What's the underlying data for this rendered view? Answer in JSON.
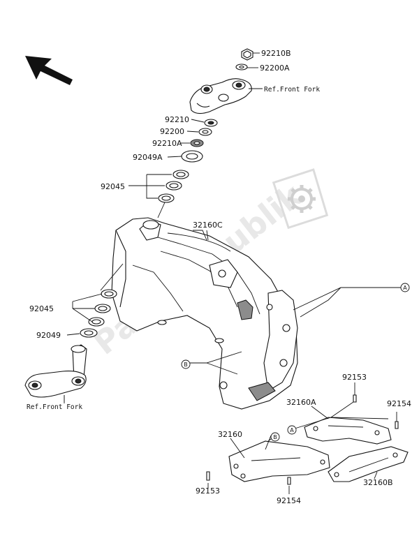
{
  "watermark": {
    "text": "PartsRepublik"
  },
  "parts": {
    "p92210B": "92210B",
    "p92200A": "92200A",
    "ref_front_fork_top": "Ref.Front Fork",
    "p92210": "92210",
    "p92200": "92200",
    "p92210A": "92210A",
    "p92049A": "92049A",
    "p92045_top": "92045",
    "p32160C": "32160C",
    "p92045_bottom": "92045",
    "p92049": "92049",
    "ref_front_fork_bottom": "Ref.Front Fork",
    "p92153_top": "92153",
    "p32160A": "32160A",
    "p92154_right": "92154",
    "p32160": "32160",
    "p92153_bottom": "92153",
    "p92154_bottom": "92154",
    "p32160B": "32160B"
  },
  "callouts": {
    "a1": "A",
    "a2": "A",
    "b1": "B",
    "b2": "B"
  },
  "icons": {
    "direction": "front-direction-arrow-icon",
    "brand": "gear-logo-icon"
  }
}
